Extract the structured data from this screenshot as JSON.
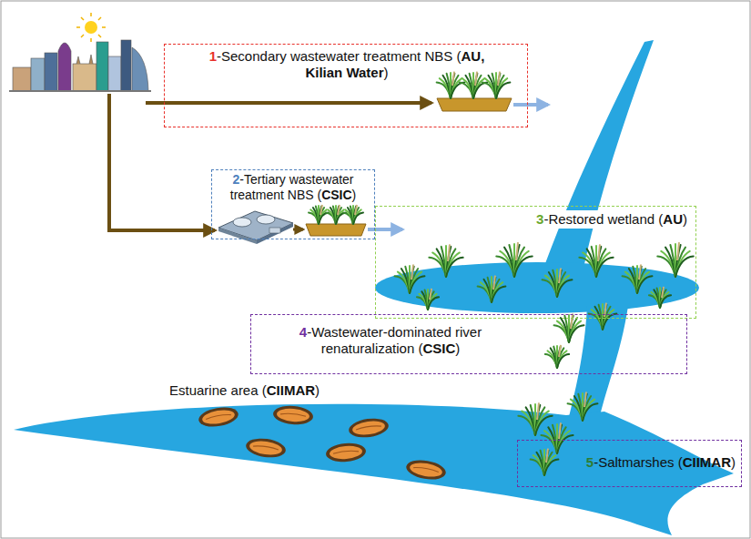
{
  "diagram": {
    "nodes": [
      {
        "text": [
          "1-Secondary wastewater treatment NBS (AU, Kilian Water)"
        ]
      },
      {
        "text": [
          "2-Tertiary wastewater treatment NBS (CSIC)"
        ]
      },
      {
        "text": [
          "3-Restored wetland (AU)"
        ]
      },
      {
        "text": [
          "4-Wastewater-dominated river renaturalization (CSIC)"
        ]
      },
      {
        "text": [
          "5-Saltmarshes (CIIMAR)"
        ]
      }
    ],
    "labels": [
      "Estuarine area (CIIMAR)"
    ]
  }
}
